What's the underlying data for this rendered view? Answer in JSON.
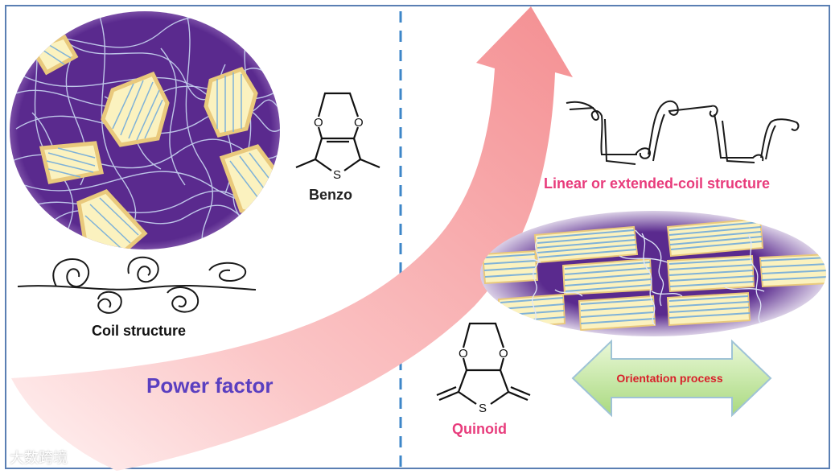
{
  "labels": {
    "benzo": "Benzo",
    "coil_structure": "Coil structure",
    "linear_structure": "Linear or extended-coil structure",
    "power_factor": "Power factor",
    "quinoid": "Quinoid",
    "orientation_process": "Orientation process"
  },
  "atoms": {
    "oxygen": "O",
    "sulfur": "S"
  },
  "watermark": "大数跨境",
  "colors": {
    "frame": "#5a7fb3",
    "divider": "#3d86c8",
    "arrow": "#f48f92",
    "amorphous": "#5a2a8e",
    "crystal": "#fbf2bf",
    "crystal_edge": "#e9c97c",
    "lamella": "#7fb2d8",
    "highlight_pink": "#e83c7c",
    "power_factor": "#5a3fc0",
    "orientation_arrow": "#bde39a",
    "orientation_text": "#d8202a"
  }
}
